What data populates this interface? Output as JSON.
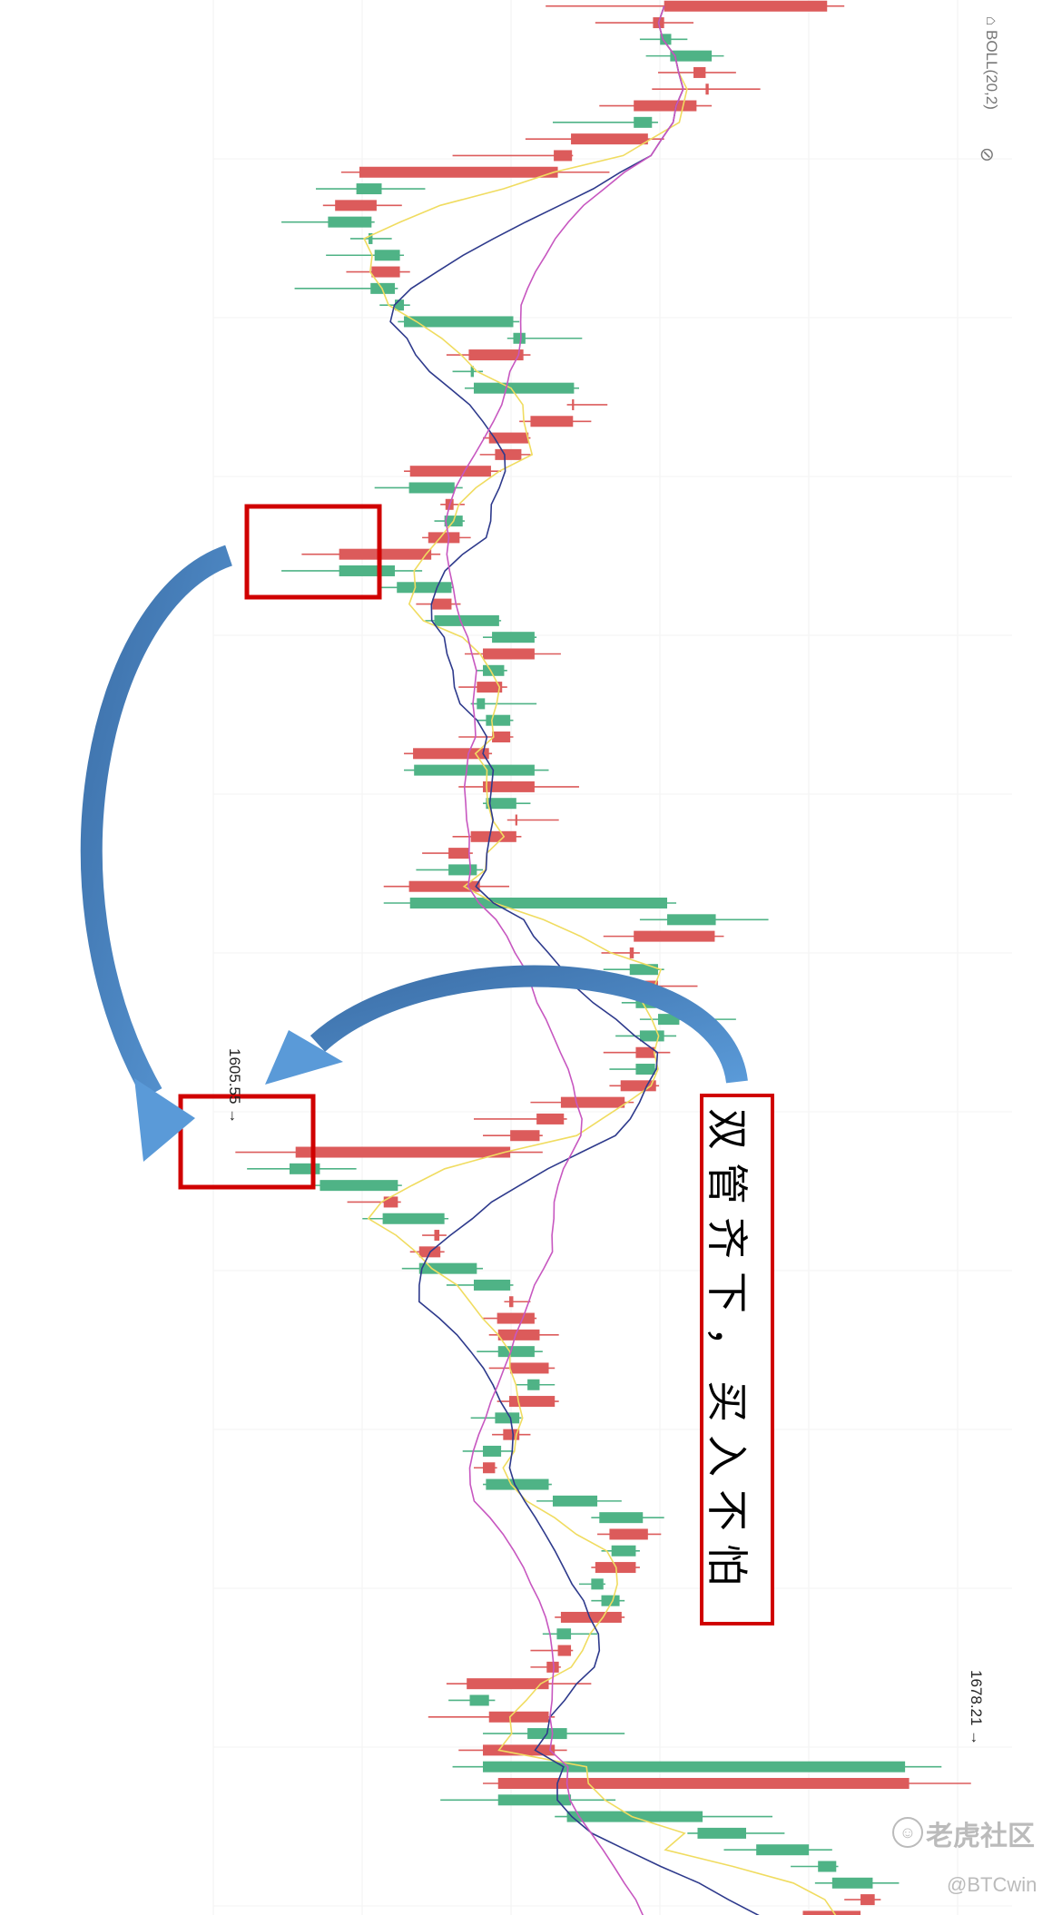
{
  "indicator": {
    "label": "BOLL(20,2)",
    "icons": [
      "lock-icon",
      "eye-off-icon"
    ]
  },
  "annotation": {
    "text": "双管齐下，买入不怕"
  },
  "watermark": {
    "brand": "老虎社区",
    "handle": "@BTCwin"
  },
  "colors": {
    "up": "#4fb386",
    "down": "#dc5b5b",
    "box": "#d00000",
    "arrow": "#4a86c5",
    "line_fast": "#f0dc60",
    "line_mid": "#2e3a8c",
    "line_slow": "#c757c0"
  },
  "chart_data": {
    "type": "candlestick",
    "orientation": "rotated-90-clockwise (time runs top to bottom, price increases left to right)",
    "indicator": "BOLL(20,2)",
    "price_labels": {
      "low_marker": "1605.55 →",
      "high_marker": "1678.21 →"
    },
    "xlim": [
      1582.3,
      1687
    ],
    "moving_lines": [
      {
        "name": "fast",
        "period": 5
      },
      {
        "name": "mid",
        "period": 10
      },
      {
        "name": "slow",
        "period": 22
      }
    ],
    "candle_format": [
      "open",
      "close",
      "high",
      "low"
    ],
    "candles": [
      [
        1664.0,
        1647.9,
        1665.7,
        1636.2
      ],
      [
        1647.9,
        1646.8,
        1650.8,
        1641.1
      ],
      [
        1647.5,
        1648.6,
        1650.2,
        1645.5
      ],
      [
        1648.5,
        1652.6,
        1653.8,
        1646.1
      ],
      [
        1652.0,
        1650.8,
        1655.0,
        1647.3
      ],
      [
        1652.3,
        1652.0,
        1657.4,
        1646.7
      ],
      [
        1651.1,
        1644.9,
        1652.6,
        1641.5
      ],
      [
        1644.9,
        1646.7,
        1647.3,
        1636.9
      ],
      [
        1646.3,
        1638.7,
        1647.9,
        1634.2
      ],
      [
        1638.8,
        1637.0,
        1638.9,
        1627.0
      ],
      [
        1637.4,
        1617.8,
        1642.5,
        1616.0
      ],
      [
        1617.5,
        1620.0,
        1624.3,
        1613.5
      ],
      [
        1619.5,
        1615.4,
        1622.0,
        1614.2
      ],
      [
        1614.7,
        1619.0,
        1619.3,
        1610.1
      ],
      [
        1618.7,
        1619.1,
        1621.0,
        1616.9
      ],
      [
        1619.3,
        1621.8,
        1622.2,
        1614.5
      ],
      [
        1621.8,
        1619.0,
        1622.8,
        1616.5
      ],
      [
        1618.9,
        1621.3,
        1621.6,
        1611.4
      ],
      [
        1621.3,
        1622.2,
        1622.8,
        1619.8
      ],
      [
        1622.2,
        1633.0,
        1633.6,
        1621.6
      ],
      [
        1633.0,
        1634.2,
        1639.8,
        1632.4
      ],
      [
        1634.0,
        1628.6,
        1634.7,
        1626.4
      ],
      [
        1628.8,
        1629.1,
        1630.0,
        1627.0
      ],
      [
        1629.1,
        1639.0,
        1639.5,
        1628.2
      ],
      [
        1639.0,
        1638.8,
        1642.3,
        1638.3
      ],
      [
        1638.9,
        1634.7,
        1640.7,
        1633.6
      ],
      [
        1634.5,
        1630.6,
        1634.7,
        1630.0
      ],
      [
        1633.8,
        1631.2,
        1634.7,
        1629.7
      ],
      [
        1630.8,
        1622.8,
        1631.8,
        1622.2
      ],
      [
        1622.7,
        1627.2,
        1628.0,
        1619.3
      ],
      [
        1627.1,
        1626.3,
        1628.2,
        1625.8
      ],
      [
        1626.2,
        1628.0,
        1628.2,
        1625.2
      ],
      [
        1627.7,
        1624.6,
        1628.8,
        1624.0
      ],
      [
        1624.9,
        1615.8,
        1625.8,
        1612.1
      ],
      [
        1615.8,
        1621.3,
        1624.0,
        1610.1
      ],
      [
        1621.5,
        1626.9,
        1627.0,
        1619.8
      ],
      [
        1626.9,
        1625.0,
        1627.8,
        1623.4
      ],
      [
        1625.2,
        1631.6,
        1631.8,
        1624.3
      ],
      [
        1630.9,
        1635.1,
        1635.3,
        1630.0
      ],
      [
        1635.1,
        1630.0,
        1637.7,
        1628.2
      ],
      [
        1630.0,
        1632.1,
        1632.4,
        1629.4
      ],
      [
        1631.9,
        1629.4,
        1632.4,
        1627.6
      ],
      [
        1629.4,
        1630.2,
        1635.3,
        1628.8
      ],
      [
        1630.3,
        1632.7,
        1633.0,
        1629.4
      ],
      [
        1632.7,
        1630.9,
        1633.0,
        1627.6
      ],
      [
        1630.6,
        1623.1,
        1630.9,
        1622.2
      ],
      [
        1623.2,
        1635.1,
        1636.5,
        1622.2
      ],
      [
        1635.1,
        1630.0,
        1639.5,
        1627.6
      ],
      [
        1630.3,
        1633.3,
        1634.7,
        1630.0
      ],
      [
        1633.4,
        1633.2,
        1637.5,
        1632.4
      ],
      [
        1633.3,
        1628.8,
        1633.8,
        1627.0
      ],
      [
        1628.6,
        1626.6,
        1629.0,
        1624.0
      ],
      [
        1626.6,
        1629.4,
        1630.0,
        1623.4
      ],
      [
        1629.7,
        1622.7,
        1632.6,
        1620.2
      ],
      [
        1622.8,
        1648.2,
        1649.1,
        1620.2
      ],
      [
        1648.2,
        1653.0,
        1658.2,
        1645.5
      ],
      [
        1652.9,
        1644.9,
        1653.8,
        1641.9
      ],
      [
        1644.9,
        1644.5,
        1645.5,
        1641.7
      ],
      [
        1644.5,
        1647.3,
        1647.9,
        1641.9
      ],
      [
        1647.3,
        1645.1,
        1651.2,
        1644.3
      ],
      [
        1645.1,
        1647.1,
        1648.5,
        1643.7
      ],
      [
        1647.3,
        1649.4,
        1655.0,
        1645.5
      ],
      [
        1645.5,
        1647.9,
        1649.1,
        1643.1
      ],
      [
        1647.0,
        1645.1,
        1648.5,
        1641.9
      ],
      [
        1645.1,
        1647.0,
        1647.3,
        1642.5
      ],
      [
        1647.1,
        1643.6,
        1647.4,
        1642.5
      ],
      [
        1644.0,
        1637.7,
        1644.9,
        1634.7
      ],
      [
        1638.0,
        1635.3,
        1638.3,
        1629.1
      ],
      [
        1635.6,
        1632.7,
        1635.9,
        1630.0
      ],
      [
        1632.7,
        1611.5,
        1635.9,
        1605.55
      ],
      [
        1610.9,
        1613.9,
        1617.5,
        1606.7
      ],
      [
        1613.9,
        1621.6,
        1622.0,
        1613.3
      ],
      [
        1621.6,
        1620.2,
        1621.9,
        1616.6
      ],
      [
        1620.1,
        1626.2,
        1626.6,
        1618.1
      ],
      [
        1625.7,
        1625.2,
        1626.4,
        1624.0
      ],
      [
        1625.8,
        1623.7,
        1626.2,
        1622.8
      ],
      [
        1623.7,
        1629.4,
        1630.0,
        1622.0
      ],
      [
        1629.1,
        1632.7,
        1633.0,
        1626.4
      ],
      [
        1633.0,
        1632.6,
        1634.7,
        1632.1
      ],
      [
        1635.1,
        1631.4,
        1635.3,
        1630.0
      ],
      [
        1635.6,
        1631.5,
        1637.5,
        1630.6
      ],
      [
        1631.5,
        1635.1,
        1635.9,
        1629.4
      ],
      [
        1636.5,
        1632.7,
        1637.1,
        1630.6
      ],
      [
        1634.4,
        1635.6,
        1637.1,
        1633.3
      ],
      [
        1637.1,
        1632.6,
        1637.5,
        1631.4
      ],
      [
        1631.2,
        1633.6,
        1633.8,
        1628.8
      ],
      [
        1633.6,
        1632.0,
        1634.7,
        1630.9
      ],
      [
        1630.0,
        1631.8,
        1633.0,
        1628.0
      ],
      [
        1631.2,
        1630.0,
        1631.4,
        1629.1
      ],
      [
        1630.3,
        1636.5,
        1636.8,
        1630.0
      ],
      [
        1636.9,
        1641.3,
        1643.7,
        1635.3
      ],
      [
        1641.5,
        1645.8,
        1647.9,
        1640.7
      ],
      [
        1646.3,
        1642.5,
        1647.6,
        1641.3
      ],
      [
        1642.7,
        1645.1,
        1645.5,
        1641.7
      ],
      [
        1645.1,
        1641.1,
        1645.5,
        1640.7
      ],
      [
        1640.7,
        1641.9,
        1642.1,
        1639.5
      ],
      [
        1641.7,
        1643.5,
        1644.0,
        1640.7
      ],
      [
        1643.7,
        1637.7,
        1644.0,
        1637.1
      ],
      [
        1637.3,
        1638.7,
        1641.3,
        1635.9
      ],
      [
        1638.7,
        1637.4,
        1638.9,
        1634.7
      ],
      [
        1637.5,
        1636.3,
        1637.7,
        1634.7
      ],
      [
        1636.5,
        1628.4,
        1640.7,
        1626.4
      ],
      [
        1628.7,
        1630.6,
        1631.2,
        1626.6
      ],
      [
        1636.5,
        1630.6,
        1637.1,
        1624.6
      ],
      [
        1634.4,
        1638.3,
        1644.0,
        1630.0
      ],
      [
        1637.1,
        1630.0,
        1638.3,
        1627.6
      ],
      [
        1630.0,
        1671.7,
        1675.3,
        1627.0
      ],
      [
        1672.1,
        1631.5,
        1678.21,
        1630.0
      ],
      [
        1631.5,
        1638.7,
        1643.1,
        1625.8
      ],
      [
        1638.3,
        1651.7,
        1658.6,
        1637.1
      ],
      [
        1651.2,
        1656.0,
        1659.8,
        1650.2
      ],
      [
        1657.0,
        1662.2,
        1664.5,
        1653.8
      ],
      [
        1663.1,
        1664.9,
        1665.1,
        1660.4
      ],
      [
        1664.5,
        1668.5,
        1671.1,
        1662.8
      ],
      [
        1668.7,
        1667.3,
        1669.3,
        1665.7
      ],
      [
        1667.3,
        1661.6,
        1668.1,
        1658.6
      ]
    ]
  }
}
